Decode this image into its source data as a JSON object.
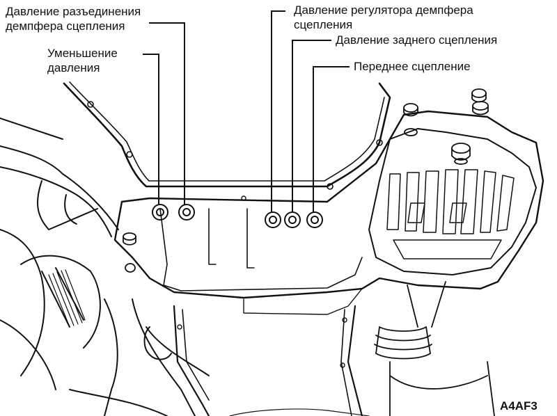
{
  "labels": {
    "damper_release_pressure": "Давление разъединения демпфера сцепления",
    "pressure_reduction": "Уменьшение давления",
    "damper_regulator_pressure": "Давление регулятора демпфера сцепления",
    "rear_clutch_pressure": "Давление заднего сцепления",
    "front_clutch": "Переднее сцепление"
  },
  "label_lines": {
    "damper_release_pressure": [
      "Давление разъединения",
      "демпфера сцепления"
    ],
    "pressure_reduction": [
      "Уменьшение",
      "давления"
    ],
    "damper_regulator_pressure": [
      "Давление регулятора демпфера",
      "сцепления"
    ],
    "rear_clutch_pressure": [
      "Давление заднего сцепления"
    ],
    "front_clutch": [
      "Переднее сцепление"
    ]
  },
  "figure_code": "A4AF3",
  "colors": {
    "line": "#111111",
    "background": "#ffffff"
  }
}
